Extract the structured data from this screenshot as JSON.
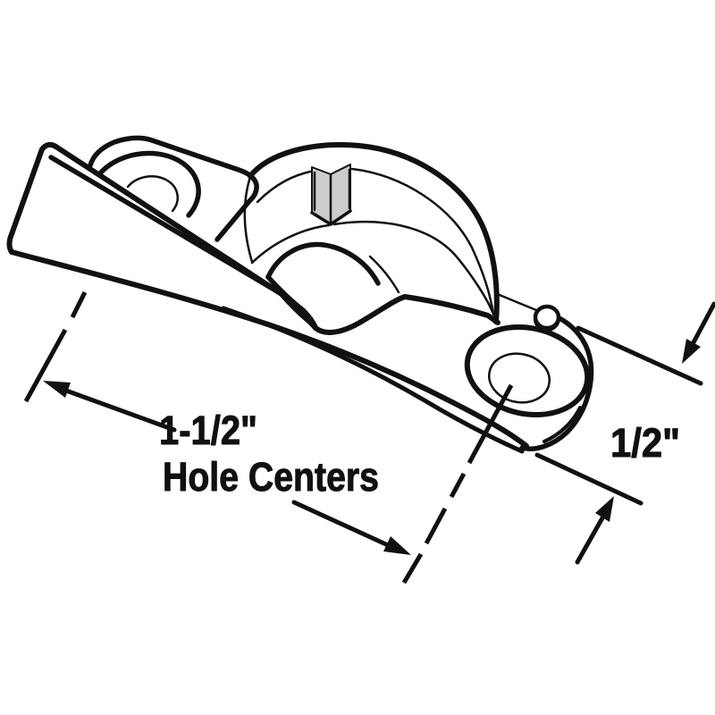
{
  "diagram": {
    "labels": {
      "hole_centers_value": "1-1/2\"",
      "hole_centers_caption": "Hole Centers",
      "edge_distance_value": "1/2\""
    },
    "colors": {
      "line": "#111111",
      "background": "#ffffff",
      "notch_fill": "#cccccc"
    }
  }
}
